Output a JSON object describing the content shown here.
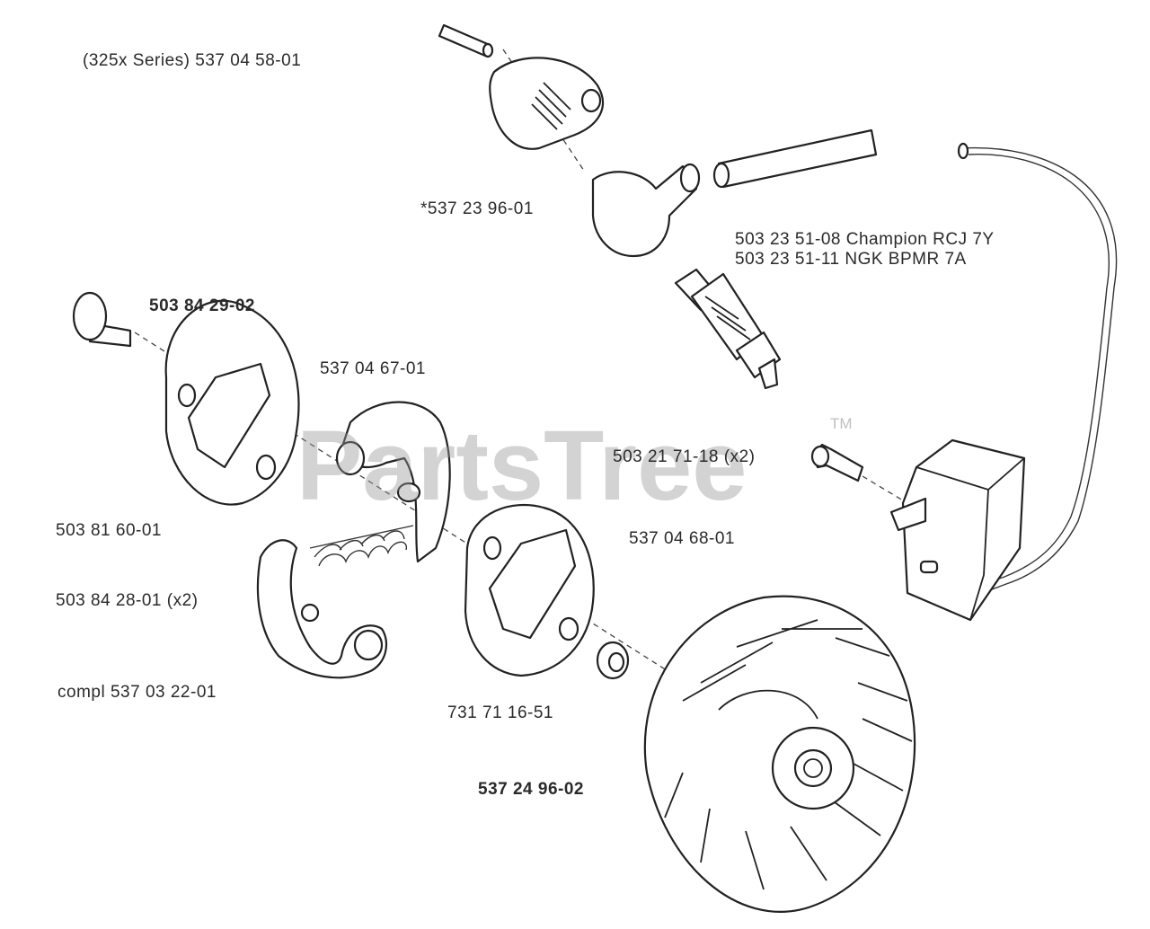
{
  "diagram": {
    "labels": {
      "guard": "(325x Series) 537 04 58-01",
      "boot": "*537 23 96-01",
      "plug_champion": "503 23 51-08 Champion RCJ 7Y",
      "plug_ngk": "503 23 51-11 NGK BPMR 7A",
      "screw": "503 84 29-02",
      "plate": "537 04 67-01",
      "coil_screw": "503 21 71-18 (x2)",
      "washer": "503 81 60-01",
      "clutch_plate": "537 04 68-01",
      "spring": "503 84 28-01 (x2)",
      "clutch": "compl 537 03 22-01",
      "nut": "731 71 16-51",
      "flywheel": "537 24 96-02"
    },
    "watermark": "PartsTree",
    "trademark": "TM"
  }
}
